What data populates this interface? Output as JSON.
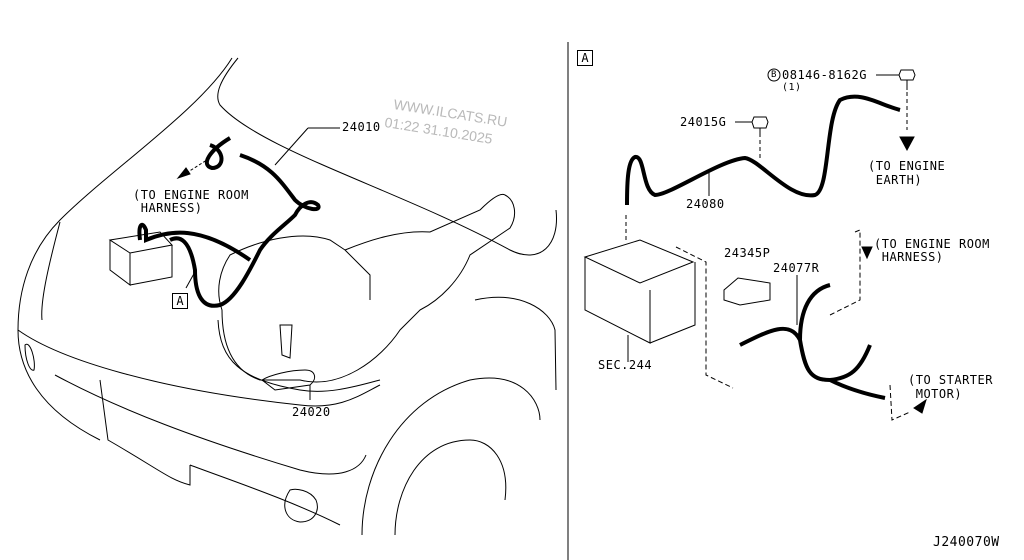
{
  "watermark": {
    "line1": "WWW.ILCATS.RU",
    "line2": "01:22 31.10.2025"
  },
  "left_view": {
    "part_24010": "24010",
    "part_24020": "24020",
    "to_engine_room": "(TO ENGINE ROOM",
    "to_engine_room_2": " HARNESS)",
    "detail_ref": "A"
  },
  "right_view": {
    "detail_ref": "A",
    "bolt_marker": "B",
    "bolt_part": "08146-8162G",
    "bolt_qty": "(1)",
    "part_24015G": "24015G",
    "part_24080": "24080",
    "to_engine_earth": "(TO ENGINE",
    "to_engine_earth_2": " EARTH)",
    "part_24345P": "24345P",
    "part_24077R": "24077R",
    "to_engine_room": "(TO ENGINE ROOM",
    "to_engine_room_2": " HARNESS)",
    "sec_244": "SEC.244",
    "to_starter": "(TO STARTER",
    "to_starter_2": " MOTOR)"
  },
  "diagram_code": "J240070W"
}
